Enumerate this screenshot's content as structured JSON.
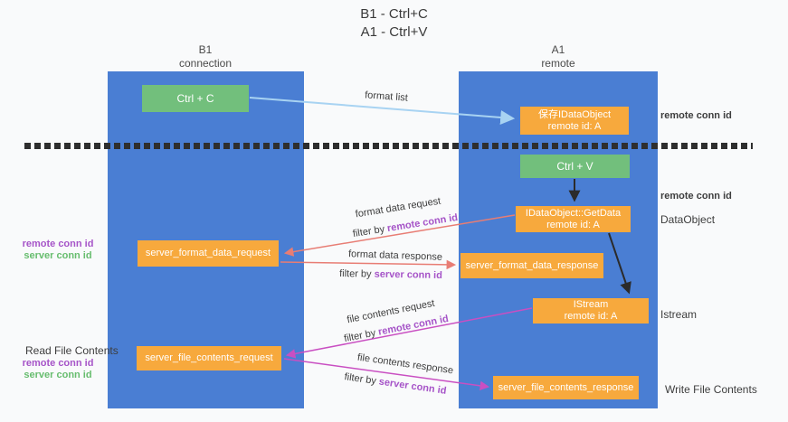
{
  "title": {
    "line1": "B1 - Ctrl+C",
    "line2": "A1 - Ctrl+V"
  },
  "lanes": {
    "left": {
      "name": "B1",
      "role": "connection"
    },
    "right": {
      "name": "A1",
      "role": "remote"
    }
  },
  "nodes": {
    "ctrl_c": {
      "label": "Ctrl + C"
    },
    "ctrl_v": {
      "label": "Ctrl + V"
    },
    "save_dataobject": {
      "line1": "保存IDataObject",
      "line2": "remote id: A"
    },
    "getdata": {
      "line1": "IDataObject::GetData",
      "line2": "remote id: A"
    },
    "istream": {
      "line1": "IStream",
      "line2": "remote id: A"
    },
    "format_request": {
      "label": "server_format_data_request"
    },
    "format_response": {
      "label": "server_format_data_response"
    },
    "file_request": {
      "label": "server_file_contents_request"
    },
    "file_response": {
      "label": "server_file_contents_response"
    }
  },
  "arrows": {
    "format_list": "format list",
    "format_data_request": "format data request",
    "format_data_response": "format data response",
    "file_contents_request": "file contents request",
    "file_contents_response": "file contents response",
    "filter_by": "filter by",
    "remote_conn_id": "remote conn id",
    "server_conn_id": "server conn id"
  },
  "side_labels": {
    "remote_conn_id": "remote conn id",
    "server_conn_id": "server conn id",
    "dataobject": "DataObject",
    "istream": "Istream",
    "read_file_contents": "Read File Contents",
    "write_file_contents": "Write File Contents"
  },
  "colors": {
    "lane_blue": "#4a7ed3",
    "node_green": "#72bf7c",
    "node_orange": "#f7a93d",
    "arrow_light_blue": "#a8d3f2",
    "arrow_salmon": "#e87d74",
    "arrow_magenta": "#c94fc2",
    "text_purple": "#a654c8",
    "text_green": "#67bd6e",
    "dash_dark": "#2e2e2e"
  }
}
